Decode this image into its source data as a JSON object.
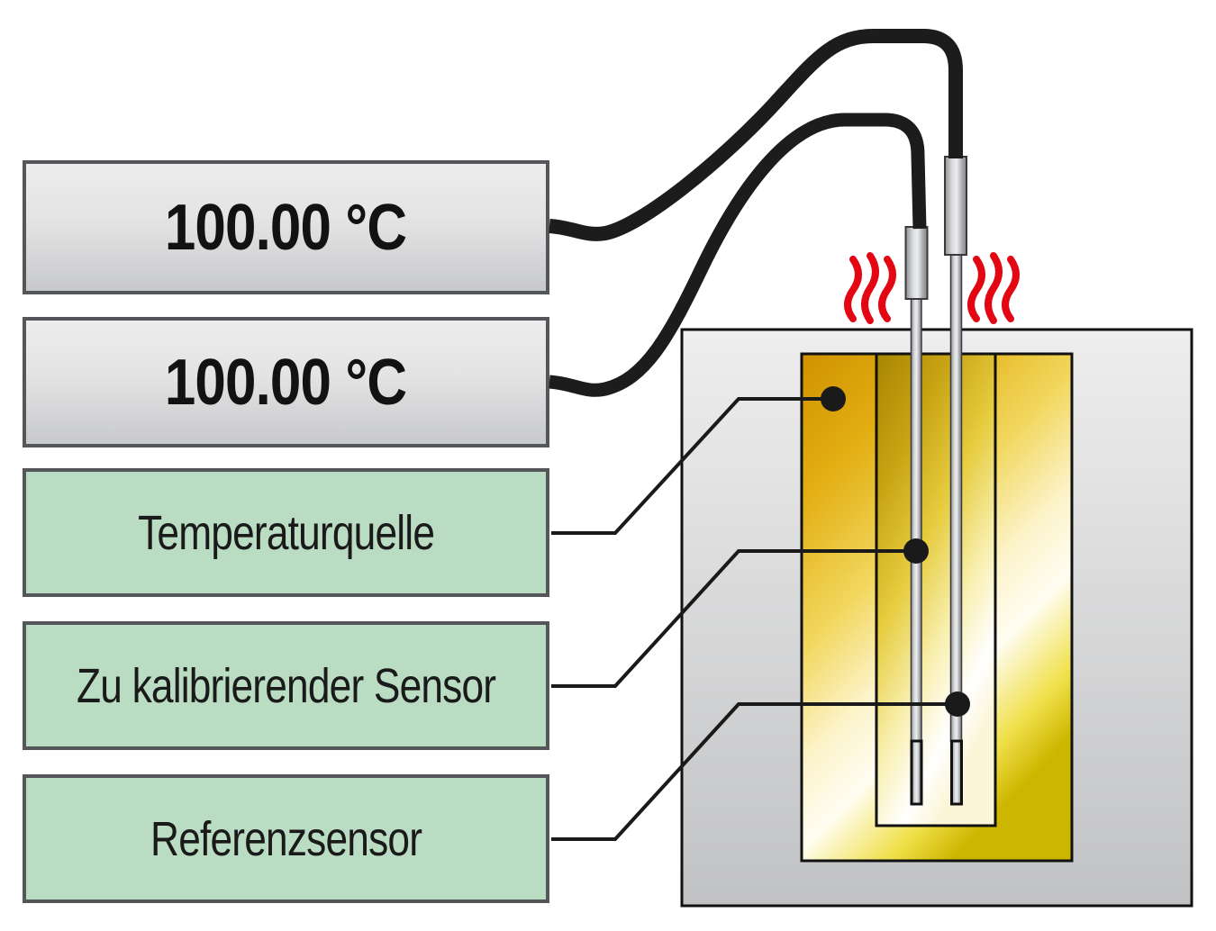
{
  "displays": [
    {
      "value": "100.00 °C"
    },
    {
      "value": "100.00 °C"
    }
  ],
  "labels": [
    {
      "text": "Temperaturquelle"
    },
    {
      "text": "Zu kalibrierender Sensor"
    },
    {
      "text": "Referenzsensor"
    }
  ],
  "icons": [
    {
      "name": "heat-waves-left"
    },
    {
      "name": "heat-waves-right"
    }
  ],
  "colors": {
    "label_green": "#b9dcc3",
    "box_border_gray": "#55565a",
    "display_gray_top": "#ededed",
    "display_gray_bottom": "#c8c9cb",
    "diagram_border_black": "#111111",
    "cable_black": "#1c1c1c",
    "leader_black": "#1a1a1a",
    "dot_black": "#1a1a1a",
    "heat_red": "#e30613",
    "gold_dark": "#cf9200",
    "gold_bright": "#fffdf2",
    "gold_yellow": "#e8d200",
    "block_gray_top": "#eeeeee",
    "block_gray_bottom": "#c3c4c6",
    "probe_gray": "#d9dadc"
  }
}
